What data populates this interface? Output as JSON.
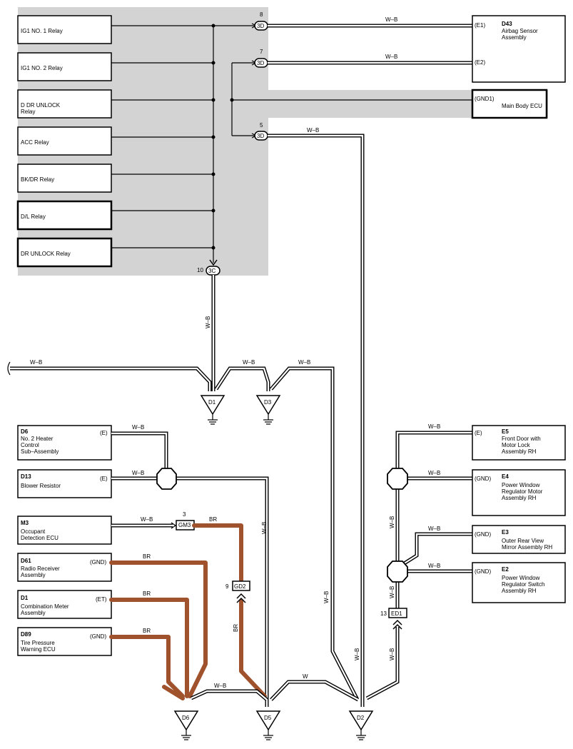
{
  "relays": [
    {
      "label": "IG1 NO. 1 Relay"
    },
    {
      "label": "IG1 NO. 2 Relay"
    },
    {
      "label": "D DR UNLOCK",
      "label2": "Relay"
    },
    {
      "label": "ACC Relay"
    },
    {
      "label": "BK/DR Relay"
    },
    {
      "label": "D/L Relay"
    },
    {
      "label": "DR UNLOCK Relay"
    }
  ],
  "connectors": {
    "c8": {
      "pin": "8",
      "name": "3D"
    },
    "c7": {
      "pin": "7",
      "name": "3D"
    },
    "c5": {
      "pin": "5",
      "name": "3D"
    },
    "c10": {
      "pin": "10",
      "name": "3C"
    },
    "gm3": {
      "pin": "3",
      "name": "GM3"
    },
    "gd2": {
      "pin": "9",
      "name": "GD2"
    },
    "ed1": {
      "pin": "13",
      "name": "ED1"
    }
  },
  "components_right": {
    "d43": {
      "code": "D43",
      "name1": "Airbag Sensor",
      "name2": "Assembly",
      "term1": "(E1)",
      "term2": "(E2)"
    },
    "mbecu": {
      "name": "Main Body ECU",
      "term": "(GND1)"
    },
    "e5": {
      "code": "E5",
      "name1": "Front Door with",
      "name2": "Motor Lock",
      "name3": "Assembly RH",
      "term": "(E)"
    },
    "e4": {
      "code": "E4",
      "name1": "Power Window",
      "name2": "Regulator Motor",
      "name3": "Assembly RH",
      "term": "(GND)"
    },
    "e3": {
      "code": "E3",
      "name1": "Outer Rear View",
      "name2": "Mirror Assembly RH",
      "term": "(GND)"
    },
    "e2": {
      "code": "E2",
      "name1": "Power Window",
      "name2": "Regulator Switch",
      "name3": "Assembly RH",
      "term": "(GND)"
    }
  },
  "components_left": {
    "d6": {
      "code": "D6",
      "name1": "No.  2 Heater",
      "name2": "Control",
      "name3": "Sub–Assembly",
      "term": "(E)"
    },
    "d13": {
      "code": "D13",
      "name1": "Blower Resistor",
      "term": "(E)"
    },
    "m3": {
      "code": "M3",
      "name1": "Occupant",
      "name2": "Detection ECU"
    },
    "d61": {
      "code": "D61",
      "name1": "Radio Receiver",
      "name2": "Assembly",
      "term": "(GND)"
    },
    "d1": {
      "code": "D1",
      "name1": "Combination Meter",
      "name2": "Assembly",
      "term": "(ET)"
    },
    "d89": {
      "code": "D89",
      "name1": "Tire Pressure",
      "name2": "Warning ECU",
      "term": "(GND)"
    }
  },
  "grounds": {
    "d1": "D1",
    "d3": "D3",
    "d6": "D6",
    "d5": "D5",
    "d2": "D2"
  },
  "wire_colors": {
    "wb": "W–B",
    "br": "BR",
    "w": "W"
  },
  "colors": {
    "shade": "#d3d3d3",
    "brown": "#a0522d"
  }
}
